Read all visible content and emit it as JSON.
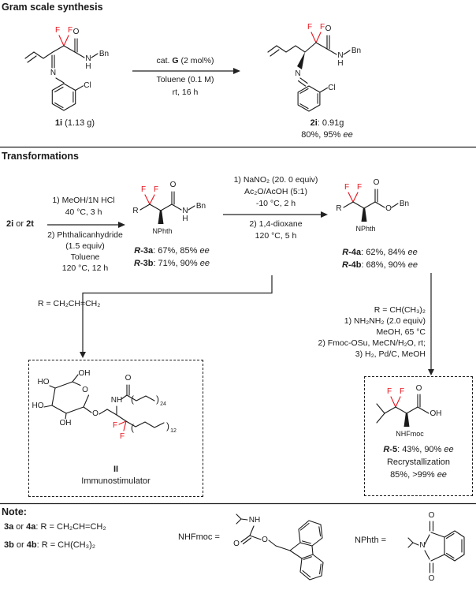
{
  "colors": {
    "accent_red": "#e8131c",
    "ink": "#1a1a1a"
  },
  "gram": {
    "title": "Gram scale synthesis",
    "reactant": {
      "name": "1i",
      "amount": " (1.13 g)"
    },
    "conditions": {
      "pre": "cat. ",
      "cat": "G",
      "post": " (2 mol%)",
      "line2": "Toluene (0.1 M)",
      "line3": "rt, 16 h"
    },
    "product": {
      "name": "2i",
      "amount": ": 0.91g",
      "yield": "80%, 95% ",
      "ee": "ee"
    }
  },
  "transformations": {
    "title": "Transformations",
    "start": {
      "a": "2i",
      "mid": " or ",
      "b": "2t"
    },
    "step1": {
      "top1": "1) MeOH/1N HCl",
      "top2": "40 °C, 3 h",
      "bot1": "2) Phthalicanhydride",
      "bot2": "(1.5 equiv)",
      "bot3": "Toluene",
      "bot4": "120 °C, 12 h"
    },
    "p3": {
      "r": "R",
      "a_name": "-3a",
      "a_yield": ": 67%, 85% ",
      "b_name": "-3b",
      "b_yield": ": 71%, 90% ",
      "ee": "ee"
    },
    "step2": {
      "top1": "1) NaNO₂ (20. 0 equiv)",
      "top2": "Ac₂O/AcOH (5:1)",
      "top3": "-10 °C, 2 h",
      "bot1": "2) 1,4-dioxane",
      "bot2": "120 °C, 5 h"
    },
    "p4": {
      "r": "R",
      "a_name": "-4a",
      "a_yield": ": 62%, 84% ",
      "b_name": "-4b",
      "b_yield": ": 68%, 90% ",
      "ee": "ee"
    },
    "branch_left": {
      "label": "R = CH₂CH=CH₂"
    },
    "branch_right": {
      "line1": "R = CH(CH₃)₂",
      "line2": "1) NH₂NH₂ (2.0 equiv)",
      "line3": "MeOH, 65 °C",
      "line4": "2) Fmoc-OSu, MeCN/H₂O, rt;",
      "line5": "3) H₂, Pd/C, MeOH"
    },
    "box_left": {
      "name": "II",
      "caption": "Immunostimulator"
    },
    "box_right": {
      "r": "R",
      "name": "-5",
      "yield": ": 43%, 90% ",
      "ee": "ee",
      "line2": "Recrystallization",
      "line3": "85%, >99% ",
      "ee2": "ee"
    }
  },
  "note": {
    "title": "Note:",
    "l1": {
      "b1": "3a",
      "m": " or ",
      "b2": "4a",
      "rest": ": R = CH₂CH=CH₂"
    },
    "l2": {
      "b1": "3b",
      "m": " or ",
      "b2": "4b",
      "rest": ": R = CH(CH₃)₂"
    },
    "fmoc_label": "NHFmoc =",
    "nphth_label": "NPhth ="
  },
  "atoms": {
    "s1": {
      "f1": "F",
      "f2": "F",
      "o": "O",
      "n": "N",
      "h": "H",
      "bn": "Bn",
      "n2": "N",
      "cl": "Cl"
    },
    "s2": {
      "f1": "F",
      "f2": "F",
      "o": "O",
      "n": "N",
      "h": "H",
      "bn": "Bn",
      "n2": "N",
      "cl": "Cl"
    },
    "s3": {
      "r": "R",
      "f1": "F",
      "f2": "F",
      "o": "O",
      "n": "N",
      "h": "H",
      "bn": "Bn",
      "nphth": "NPhth"
    },
    "s4": {
      "r": "R",
      "f1": "F",
      "f2": "F",
      "o": "O",
      "o2": "O",
      "bn": "Bn",
      "nphth": "NPhth"
    },
    "sii": {
      "oh_top": "OH",
      "ho_tl": "HO",
      "ho_left": "HO",
      "oh_bot": "OH",
      "o_ring": "O",
      "o_glyc": "O",
      "nh": "NH",
      "o_am": "O",
      "par_l24": "(",
      "par_r24": ")",
      "n24": "24",
      "par_l12": "(",
      "par_r12": ")",
      "n12": "12",
      "f1": "F",
      "f2": "F"
    },
    "s5": {
      "f1": "F",
      "f2": "F",
      "o": "O",
      "oh": "OH",
      "nhfmoc": "NHFmoc"
    },
    "fmoc": {
      "nh": "NH",
      "o1": "O",
      "o2": "O"
    },
    "nphth": {
      "n": "N",
      "o1": "O",
      "o2": "O"
    }
  }
}
